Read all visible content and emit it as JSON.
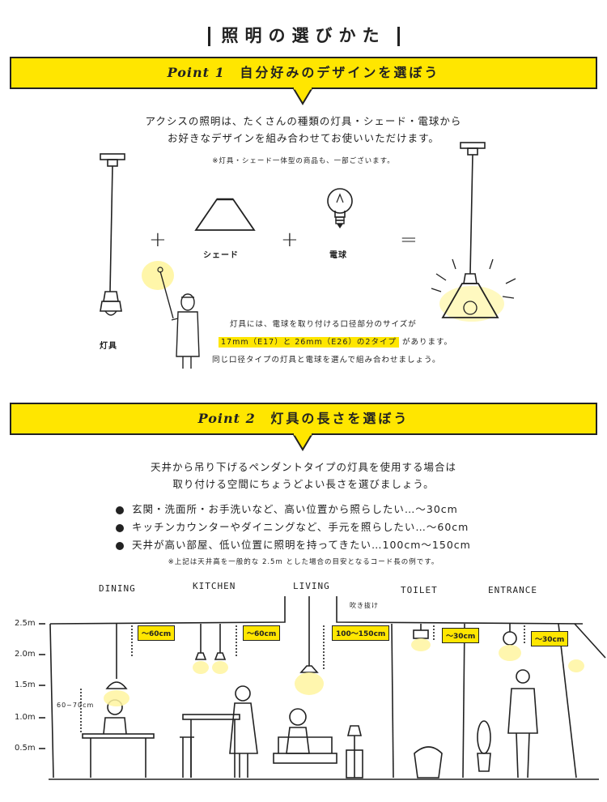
{
  "title": "照明の選びかた",
  "point1": {
    "label": "Point 1",
    "heading": "自分好みのデザインを選ぼう",
    "intro_line1": "アクシスの照明は、たくさんの種類の灯具・シェード・電球から",
    "intro_line2": "お好きなデザインを組み合わせてお使いいただけます。",
    "note": "※灯具・シェード一体型の商品も、一部ございます。",
    "fixture_label": "灯具",
    "shade_label": "シェード",
    "bulb_label": "電球",
    "plus1": "+",
    "plus2": "+",
    "equals": "=",
    "socket_line1": "灯具には、電球を取り付ける口径部分のサイズが",
    "socket_highlight": "17mm（E17）と 26mm（E26）の2タイプ",
    "socket_line2_rest": "があります。",
    "socket_line3": "同じ口径タイプの灯具と電球を選んで組み合わせましょう。"
  },
  "point2": {
    "label": "Point 2",
    "heading": "灯具の長さを選ぼう",
    "intro_line1": "天井から吊り下げるペンダントタイプの灯具を使用する場合は",
    "intro_line2": "取り付ける空間にちょうどよい長さを選びましょう。",
    "bullets": [
      "玄関・洗面所・お手洗いなど、高い位置から照らしたい…～30cm",
      "キッチンカウンターやダイニングなど、手元を照らしたい…～60cm",
      "天井が高い部屋、低い位置に照明を持ってきたい…100cm～150cm"
    ],
    "footnote": "※上記は天井高を一般的な 2.5m とした場合の目安となるコード長の例です。"
  },
  "diagram": {
    "rooms": [
      "DINING",
      "KITCHEN",
      "LIVING",
      "TOILET",
      "ENTRANCE"
    ],
    "atrium_label": "吹き抜け",
    "heights": [
      "2.5m",
      "2.0m",
      "1.5m",
      "1.0m",
      "0.5m"
    ],
    "tags": [
      "～60cm",
      "～60cm",
      "100～150cm",
      "～30cm",
      "～30cm"
    ],
    "table_height": "60~70cm"
  },
  "colors": {
    "accent": "#ffe600",
    "ink": "#222222"
  }
}
